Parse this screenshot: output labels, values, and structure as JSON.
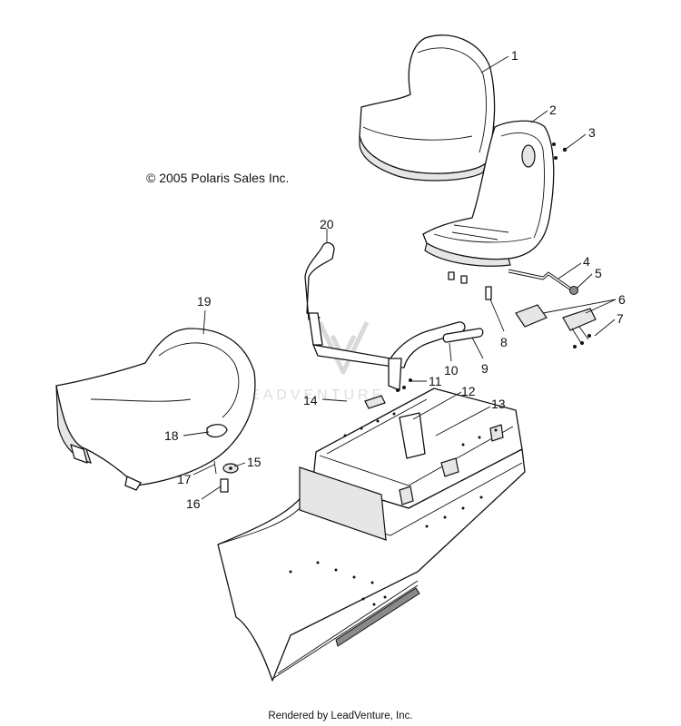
{
  "copyright": "© 2005 Polaris Sales Inc.",
  "credit": "Rendered by LeadVenture, Inc.",
  "watermark": "LEADVENTURE",
  "callouts": [
    {
      "id": "1",
      "text": "1"
    },
    {
      "id": "2",
      "text": "2"
    },
    {
      "id": "3",
      "text": "3"
    },
    {
      "id": "4",
      "text": "4"
    },
    {
      "id": "5",
      "text": "5"
    },
    {
      "id": "6",
      "text": "6"
    },
    {
      "id": "7",
      "text": "7"
    },
    {
      "id": "8",
      "text": "8"
    },
    {
      "id": "9",
      "text": "9"
    },
    {
      "id": "10",
      "text": "10"
    },
    {
      "id": "11",
      "text": "11"
    },
    {
      "id": "12",
      "text": "12"
    },
    {
      "id": "13",
      "text": "13"
    },
    {
      "id": "14",
      "text": "14"
    },
    {
      "id": "15",
      "text": "15"
    },
    {
      "id": "16",
      "text": "16"
    },
    {
      "id": "17",
      "text": "17"
    },
    {
      "id": "18",
      "text": "18"
    },
    {
      "id": "19",
      "text": "19"
    },
    {
      "id": "20",
      "text": "20"
    }
  ]
}
